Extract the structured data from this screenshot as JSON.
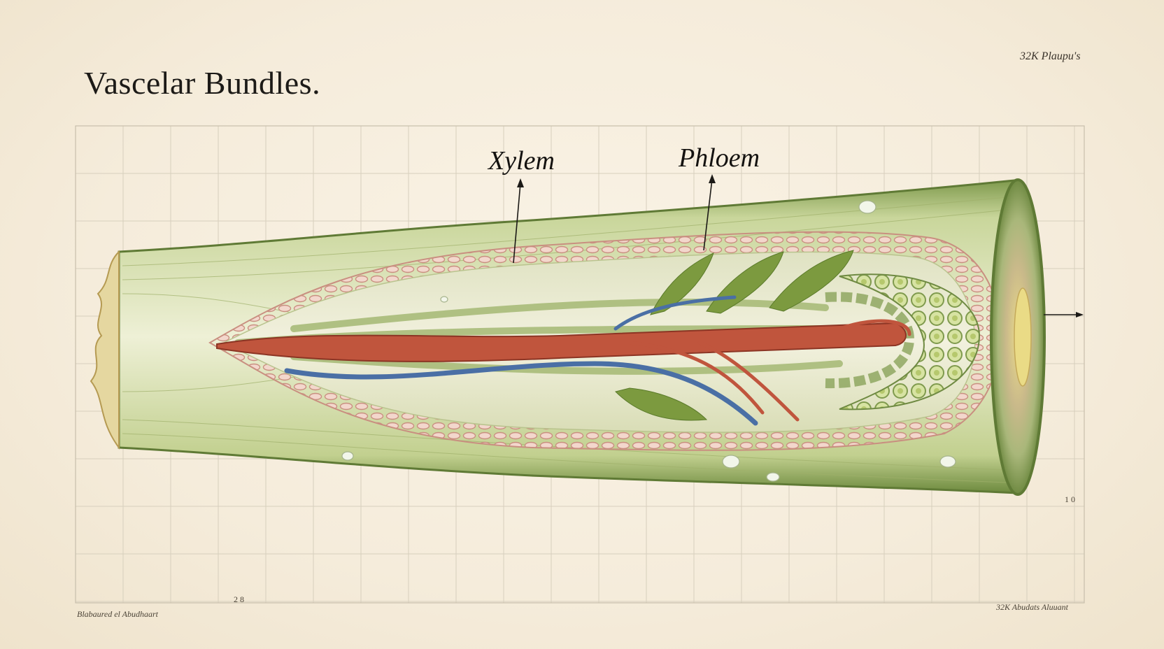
{
  "plate": {
    "title": "Vascelar Bundles.",
    "plate_number": "32K Plaupu's",
    "labels": {
      "xylem": "Xylem",
      "phloem": "Phloem"
    },
    "tick_left": "2 8",
    "tick_right": "1 0",
    "caption_left": "Blabaured el Abudhaart",
    "caption_right": "32K Abudats Aluuant"
  },
  "colors": {
    "paper": "#f6eedf",
    "stem_green": "#8aa35a",
    "stem_light": "#d6dfae",
    "cortex_pink": "#e8b9a8",
    "vessel_red": "#c0553d",
    "vessel_blue": "#4a6fa5",
    "grid": "#cfc6b3"
  }
}
